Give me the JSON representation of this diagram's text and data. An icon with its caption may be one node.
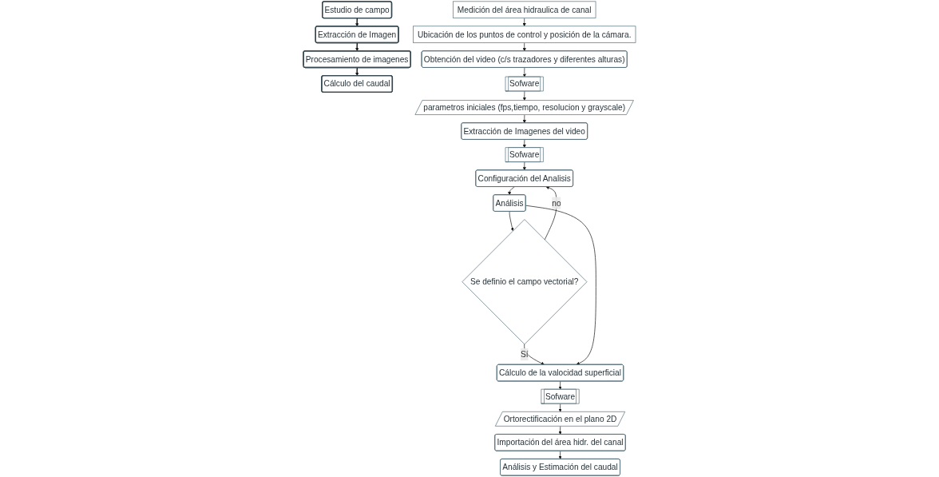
{
  "diagram": {
    "nodes": [
      {
        "text": [
          "Estudio de campo"
        ]
      },
      {
        "text": [
          "Extracción de Imagen"
        ]
      },
      {
        "text": [
          "Procesamiento de imagenes"
        ]
      },
      {
        "text": [
          "Cálculo del caudal"
        ]
      },
      {
        "text": [
          "Medición del área hidraulica de canal"
        ]
      },
      {
        "text": [
          "Ubicación de los puntos de control y posición de la cámara."
        ]
      },
      {
        "text": [
          "Obtención del video (c/s trazadores y diferentes alturas)"
        ]
      },
      {
        "text": [
          "Sofware"
        ]
      },
      {
        "text": [
          "parametros iniciales (fps,tiempo, resolucion y grayscale)"
        ]
      },
      {
        "text": [
          "Extracción de Imagenes del video"
        ]
      },
      {
        "text": [
          "Sofware"
        ]
      },
      {
        "text": [
          "Configuración del Analisis"
        ]
      },
      {
        "text": [
          "Análisis"
        ]
      },
      {
        "text": [
          "Se definio el campo vectorial?"
        ]
      },
      {
        "text": [
          "Cálculo de la valocidad superficial"
        ]
      },
      {
        "text": [
          "Sofware"
        ]
      },
      {
        "text": [
          "Ortorectificación en el plano 2D"
        ]
      },
      {
        "text": [
          "Importación del área hidr. del canal"
        ]
      },
      {
        "text": [
          "Análisis y Estimación del caudal"
        ]
      }
    ],
    "edges": [
      {
        "from": 0,
        "to": 1,
        "arrow": "to"
      },
      {
        "from": 1,
        "to": 2,
        "arrow": "to"
      },
      {
        "from": 2,
        "to": 3,
        "arrow": "to"
      },
      {
        "from": 4,
        "to": 5,
        "arrow": "to"
      },
      {
        "from": 5,
        "to": 6,
        "arrow": "to"
      },
      {
        "from": 6,
        "to": 7,
        "arrow": "to"
      },
      {
        "from": 7,
        "to": 8,
        "arrow": "to"
      },
      {
        "from": 8,
        "to": 9,
        "arrow": "to"
      },
      {
        "from": 9,
        "to": 10,
        "arrow": "to"
      },
      {
        "from": 10,
        "to": 11,
        "arrow": "to"
      },
      {
        "from": 11,
        "to": 12,
        "arrow": "to"
      },
      {
        "from": 12,
        "to": 13,
        "arrow": "to"
      },
      {
        "from": 13,
        "to": 11,
        "arrow": "to",
        "label": "no"
      },
      {
        "from": 13,
        "to": 14,
        "arrow": "to",
        "label": "Sí"
      },
      {
        "from": 12,
        "to": 14,
        "arrow": "to"
      },
      {
        "from": 14,
        "to": 15,
        "arrow": "to"
      },
      {
        "from": 15,
        "to": 16,
        "arrow": "to"
      },
      {
        "from": 16,
        "to": 17,
        "arrow": "to"
      },
      {
        "from": 17,
        "to": 18,
        "arrow": "to"
      }
    ]
  }
}
